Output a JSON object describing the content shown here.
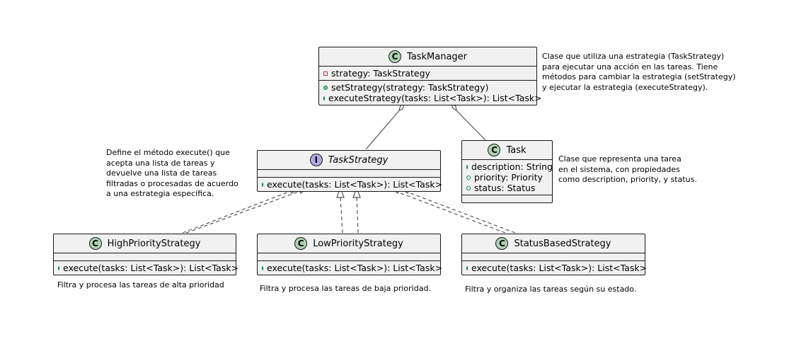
{
  "classes": {
    "task_manager": {
      "name": "TaskManager",
      "stereotype": "C",
      "fields": [
        {
          "visibility": "private",
          "text": "strategy: TaskStrategy"
        }
      ],
      "methods": [
        {
          "visibility": "public",
          "text": "setStrategy(strategy: TaskStrategy)"
        },
        {
          "visibility": "public",
          "text": "executeStrategy(tasks: List<Task>): List<Task>"
        }
      ]
    },
    "task_strategy": {
      "name": "TaskStrategy",
      "stereotype": "I",
      "methods": [
        {
          "visibility": "public",
          "text": "execute(tasks: List<Task>): List<Task>"
        }
      ]
    },
    "task": {
      "name": "Task",
      "stereotype": "C",
      "fields": [
        {
          "visibility": "public",
          "text": "description: String"
        },
        {
          "visibility": "public",
          "text": "priority: Priority"
        },
        {
          "visibility": "public",
          "text": "status: Status"
        }
      ]
    },
    "high_priority_strategy": {
      "name": "HighPriorityStrategy",
      "stereotype": "C",
      "methods": [
        {
          "visibility": "public",
          "text": "execute(tasks: List<Task>): List<Task>"
        }
      ]
    },
    "low_priority_strategy": {
      "name": "LowPriorityStrategy",
      "stereotype": "C",
      "methods": [
        {
          "visibility": "public",
          "text": "execute(tasks: List<Task>): List<Task>"
        }
      ]
    },
    "status_based_strategy": {
      "name": "StatusBasedStrategy",
      "stereotype": "C",
      "methods": [
        {
          "visibility": "public",
          "text": "execute(tasks: List<Task>): List<Task>"
        }
      ]
    }
  },
  "notes": {
    "task_manager": "Clase que utiliza una estrategia (TaskStrategy)\npara ejecutar una acción en las tareas. Tiene\nmétodos para cambiar la estrategia (setStrategy)\ny ejecutar la estrategia (executeStrategy).",
    "task_strategy": "Define el método execute() que\nacepta una lista de tareas y\ndevuelve una lista de tareas\nfiltradas o procesadas de acuerdo\na una estrategia específica.",
    "task": "Clase que representa una tarea\nen el sistema, con propiedades\ncomo description, priority, y status.",
    "high_priority_strategy": "Filtra y procesa las tareas de alta prioridad",
    "low_priority_strategy": "Filtra y procesa las tareas de baja prioridad.",
    "status_based_strategy": "Filtra y organiza las tareas según su estado."
  },
  "colors": {
    "class_fill": "#f1f1f1",
    "border": "#181818",
    "class_badge": "#add1b2",
    "interface_badge": "#b4a7e5",
    "line": "#555555"
  }
}
